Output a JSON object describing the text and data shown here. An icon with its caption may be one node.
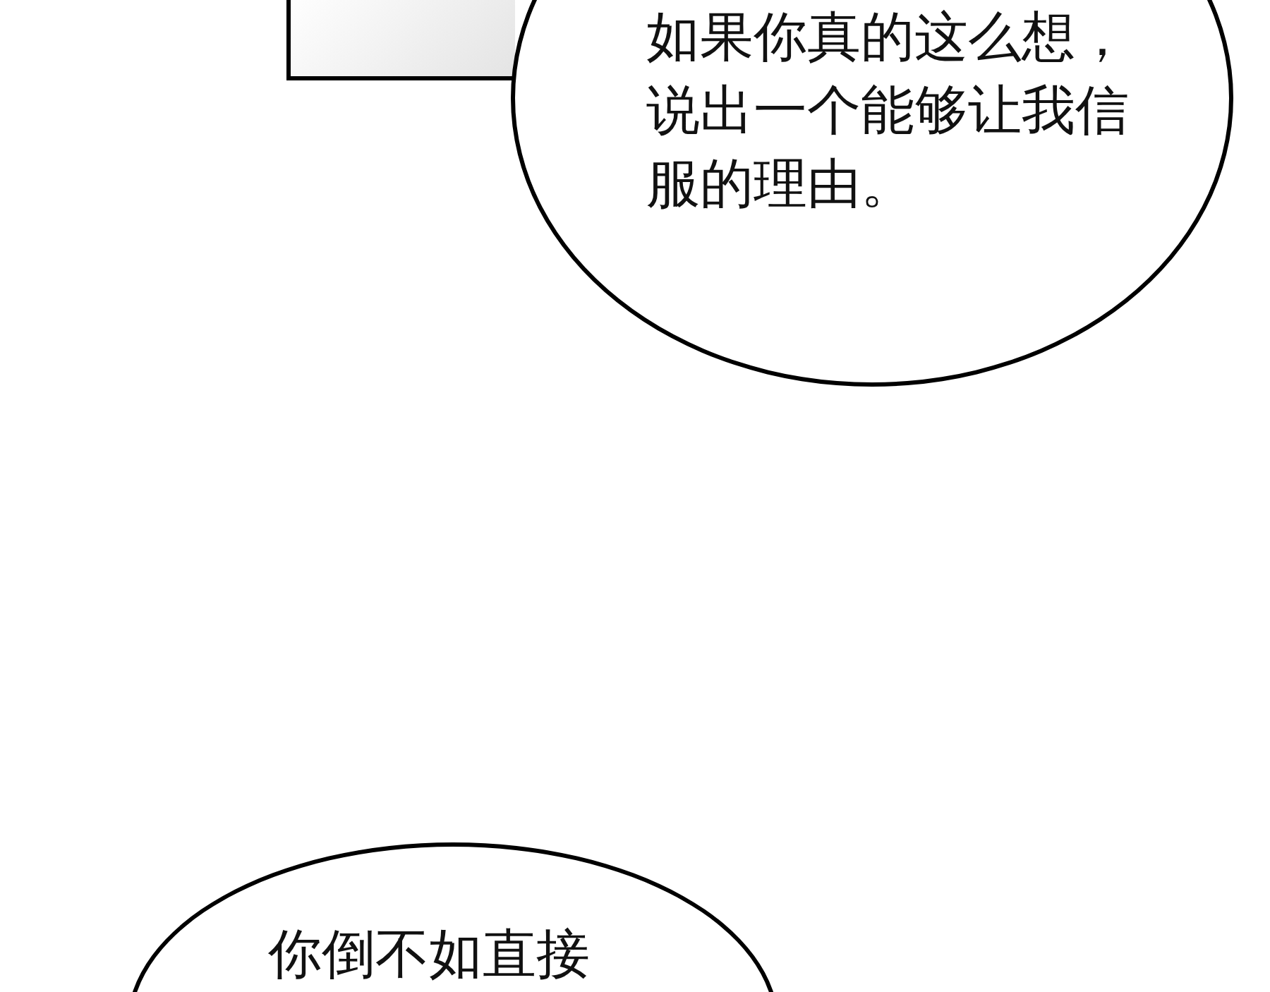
{
  "diagram": {
    "nodes": [
      {
        "text": [],
        "shape": "box"
      },
      {
        "text": [
          "如果你真的这么想，说出一个能够让我信服的理由。"
        ]
      },
      {
        "text": [
          "你倒不如直接"
        ]
      }
    ]
  }
}
